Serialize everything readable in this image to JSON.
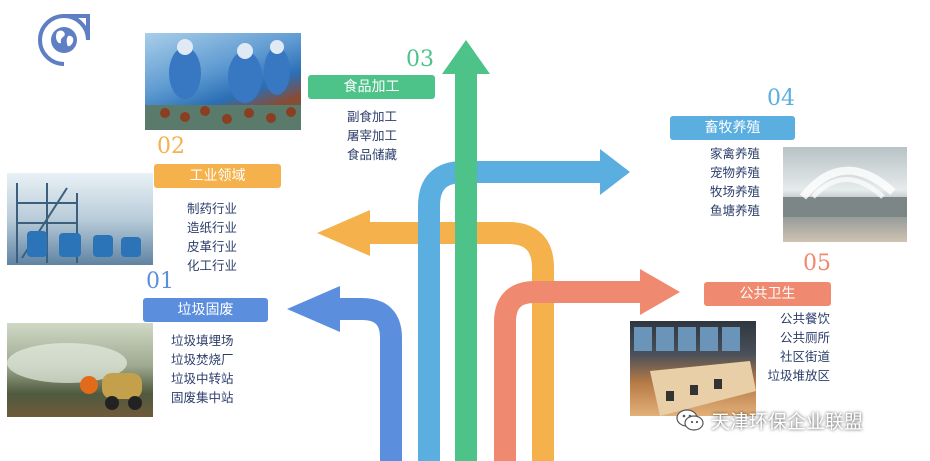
{
  "sections": [
    {
      "num": "01",
      "title": "垃圾固废",
      "items": [
        "垃圾填埋场",
        "垃圾焚烧厂",
        "垃圾中转站",
        "固废集中站"
      ],
      "color": "#5b8fde"
    },
    {
      "num": "02",
      "title": "工业领域",
      "items": [
        "制药行业",
        "造纸行业",
        "皮革行业",
        "化工行业"
      ],
      "color": "#f5b14b"
    },
    {
      "num": "03",
      "title": "食品加工",
      "items": [
        "副食加工",
        "屠宰加工",
        "食品储藏"
      ],
      "color": "#4dc38a"
    },
    {
      "num": "04",
      "title": "畜牧养殖",
      "items": [
        "家禽养殖",
        "宠物养殖",
        "牧场养殖",
        "鱼塘养殖"
      ],
      "color": "#5aaee0"
    },
    {
      "num": "05",
      "title": "公共卫生",
      "items": [
        "公共餐饮",
        "公共厕所",
        "社区街道",
        "垃圾堆放区"
      ],
      "color": "#ef8a70"
    }
  ],
  "watermark": "天津环保企业联盟",
  "icons": {
    "logo": "globe-icon",
    "watermark": "wechat-icon"
  }
}
